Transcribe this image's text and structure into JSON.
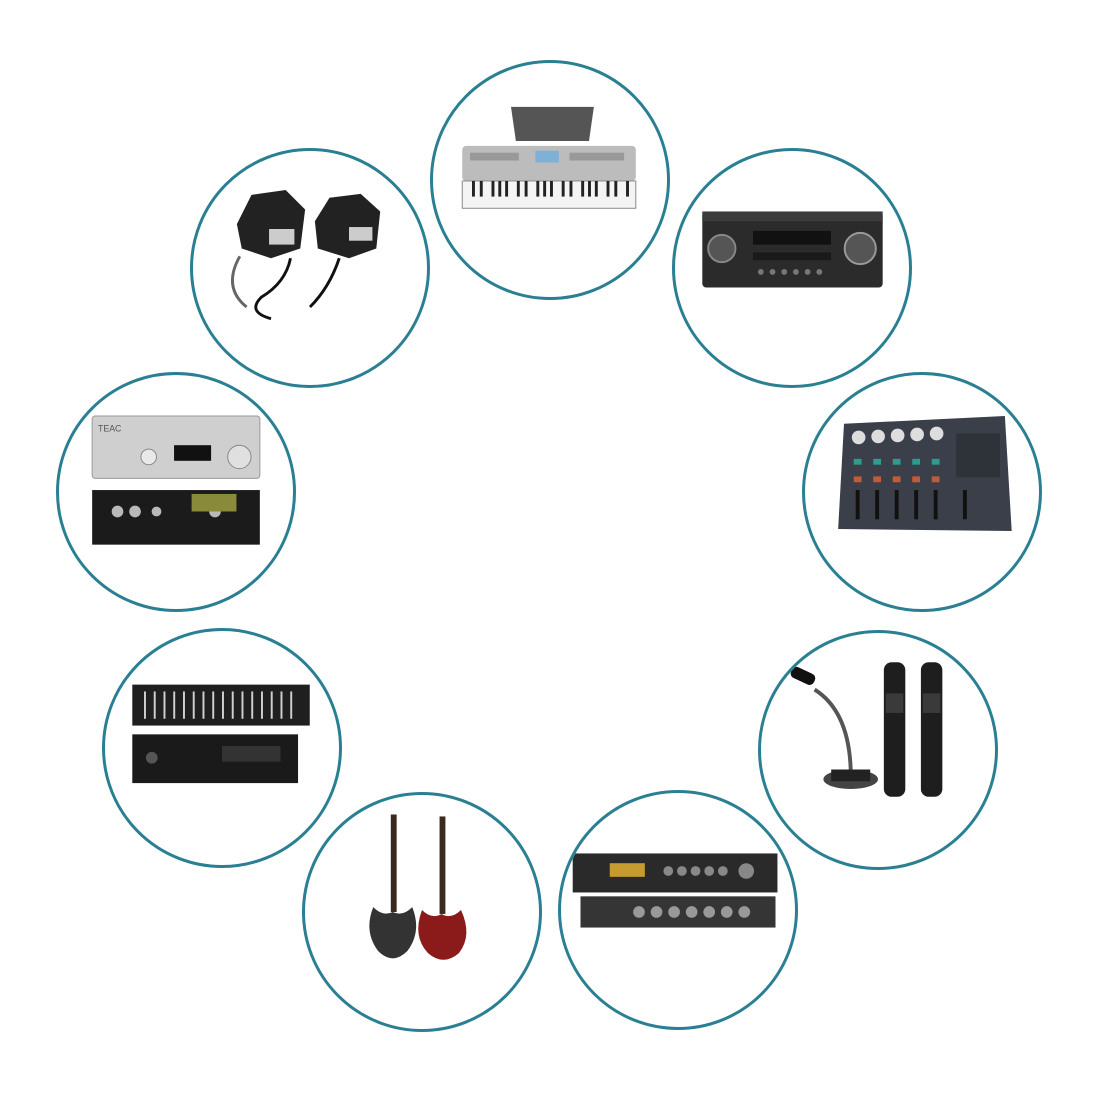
{
  "colors": {
    "ring_border": "#2a7f93",
    "background": "#ffffff"
  },
  "devices": [
    {
      "id": "keyboard",
      "icon": "keyboard-icon"
    },
    {
      "id": "av-receiver",
      "icon": "av-receiver-icon"
    },
    {
      "id": "mixer",
      "icon": "audio-mixer-icon"
    },
    {
      "id": "microphones",
      "icon": "microphone-icon"
    },
    {
      "id": "karaoke-processor",
      "icon": "audio-processor-icon"
    },
    {
      "id": "electric-guitars",
      "icon": "electric-guitar-icon"
    },
    {
      "id": "equalizer",
      "icon": "graphic-equalizer-icon"
    },
    {
      "id": "dac-amplifier",
      "icon": "dac-amplifier-icon"
    },
    {
      "id": "stage-lights",
      "icon": "par-light-icon"
    }
  ],
  "labels": {
    "dac_brand": "TEAC"
  }
}
